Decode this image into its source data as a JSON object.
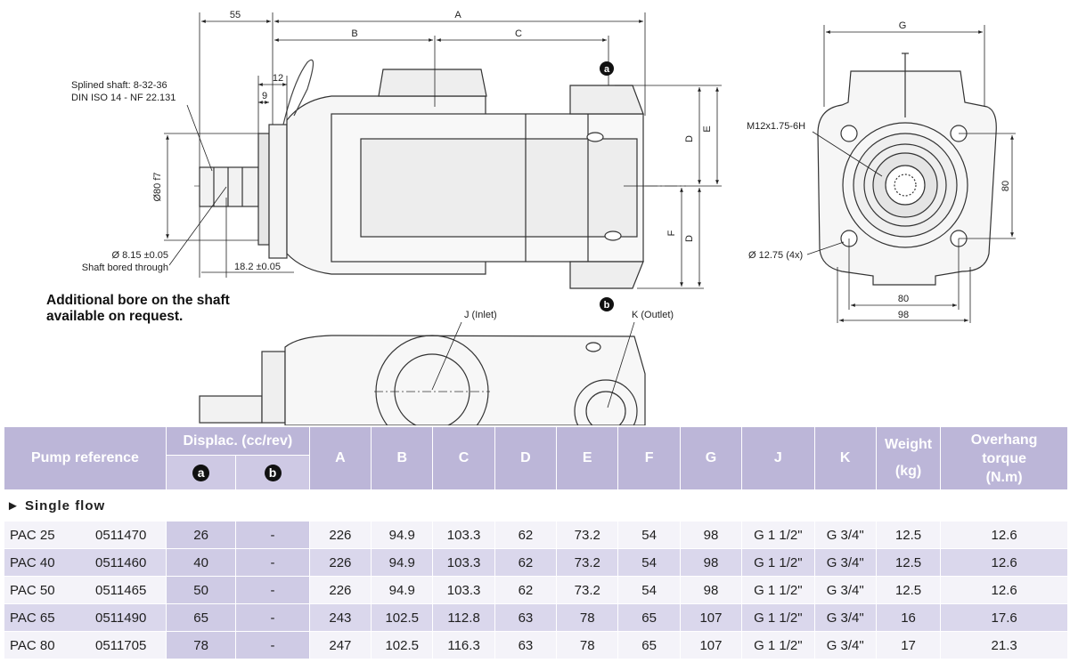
{
  "drawing": {
    "dimensions": {
      "d55": "55",
      "A": "A",
      "B": "B",
      "C": "C",
      "G": "G",
      "d12": "12",
      "d9": "9",
      "D": "D",
      "E": "E",
      "F": "F",
      "d80v": "80",
      "d80h": "80",
      "d98": "98",
      "d80f7": "Ø80 f7",
      "d18": "18.2 ±0.05"
    },
    "labels": {
      "splined_line1": "Splined shaft: 8-32-36",
      "splined_line2": "DIN ISO 14 - NF 22.131",
      "bore_line1": "Ø 8.15 ±0.05",
      "bore_line2": "Shaft bored through",
      "thread": "M12x1.75-6H",
      "holes": "Ø 12.75 (4x)",
      "inlet": "J (Inlet)",
      "outlet": "K (Outlet)",
      "port_a": "a",
      "port_b": "b"
    },
    "note_line1": "Additional bore on the shaft",
    "note_line2": "available on request."
  },
  "table": {
    "headers": {
      "pump_reference": "Pump reference",
      "displac": "Displac. (cc/rev)",
      "disp_a": "a",
      "disp_b": "b",
      "A": "A",
      "B": "B",
      "C": "C",
      "D": "D",
      "E": "E",
      "F": "F",
      "G": "G",
      "J": "J",
      "K": "K",
      "weight_line1": "Weight",
      "weight_line2": "(kg)",
      "torque_line1": "Overhang",
      "torque_line2": "torque",
      "torque_line3": "(N.m)"
    },
    "section_label": "► Single flow",
    "rows": [
      {
        "model": "PAC 25",
        "code": "0511470",
        "disp_a": "26",
        "disp_b": "-",
        "A": "226",
        "B": "94.9",
        "C": "103.3",
        "D": "62",
        "E": "73.2",
        "F": "54",
        "G": "98",
        "J": "G 1 1/2\"",
        "K": "G 3/4\"",
        "weight": "12.5",
        "torque": "12.6"
      },
      {
        "model": "PAC 40",
        "code": "0511460",
        "disp_a": "40",
        "disp_b": "-",
        "A": "226",
        "B": "94.9",
        "C": "103.3",
        "D": "62",
        "E": "73.2",
        "F": "54",
        "G": "98",
        "J": "G 1 1/2\"",
        "K": "G 3/4\"",
        "weight": "12.5",
        "torque": "12.6"
      },
      {
        "model": "PAC 50",
        "code": "0511465",
        "disp_a": "50",
        "disp_b": "-",
        "A": "226",
        "B": "94.9",
        "C": "103.3",
        "D": "62",
        "E": "73.2",
        "F": "54",
        "G": "98",
        "J": "G 1 1/2\"",
        "K": "G 3/4\"",
        "weight": "12.5",
        "torque": "12.6"
      },
      {
        "model": "PAC 65",
        "code": "0511490",
        "disp_a": "65",
        "disp_b": "-",
        "A": "243",
        "B": "102.5",
        "C": "112.8",
        "D": "63",
        "E": "78",
        "F": "65",
        "G": "107",
        "J": "G 1 1/2\"",
        "K": "G 3/4\"",
        "weight": "16",
        "torque": "17.6"
      },
      {
        "model": "PAC 80",
        "code": "0511705",
        "disp_a": "78",
        "disp_b": "-",
        "A": "247",
        "B": "102.5",
        "C": "116.3",
        "D": "63",
        "E": "78",
        "F": "65",
        "G": "107",
        "J": "G 1 1/2\"",
        "K": "G 3/4\"",
        "weight": "17",
        "torque": "21.3"
      }
    ]
  }
}
